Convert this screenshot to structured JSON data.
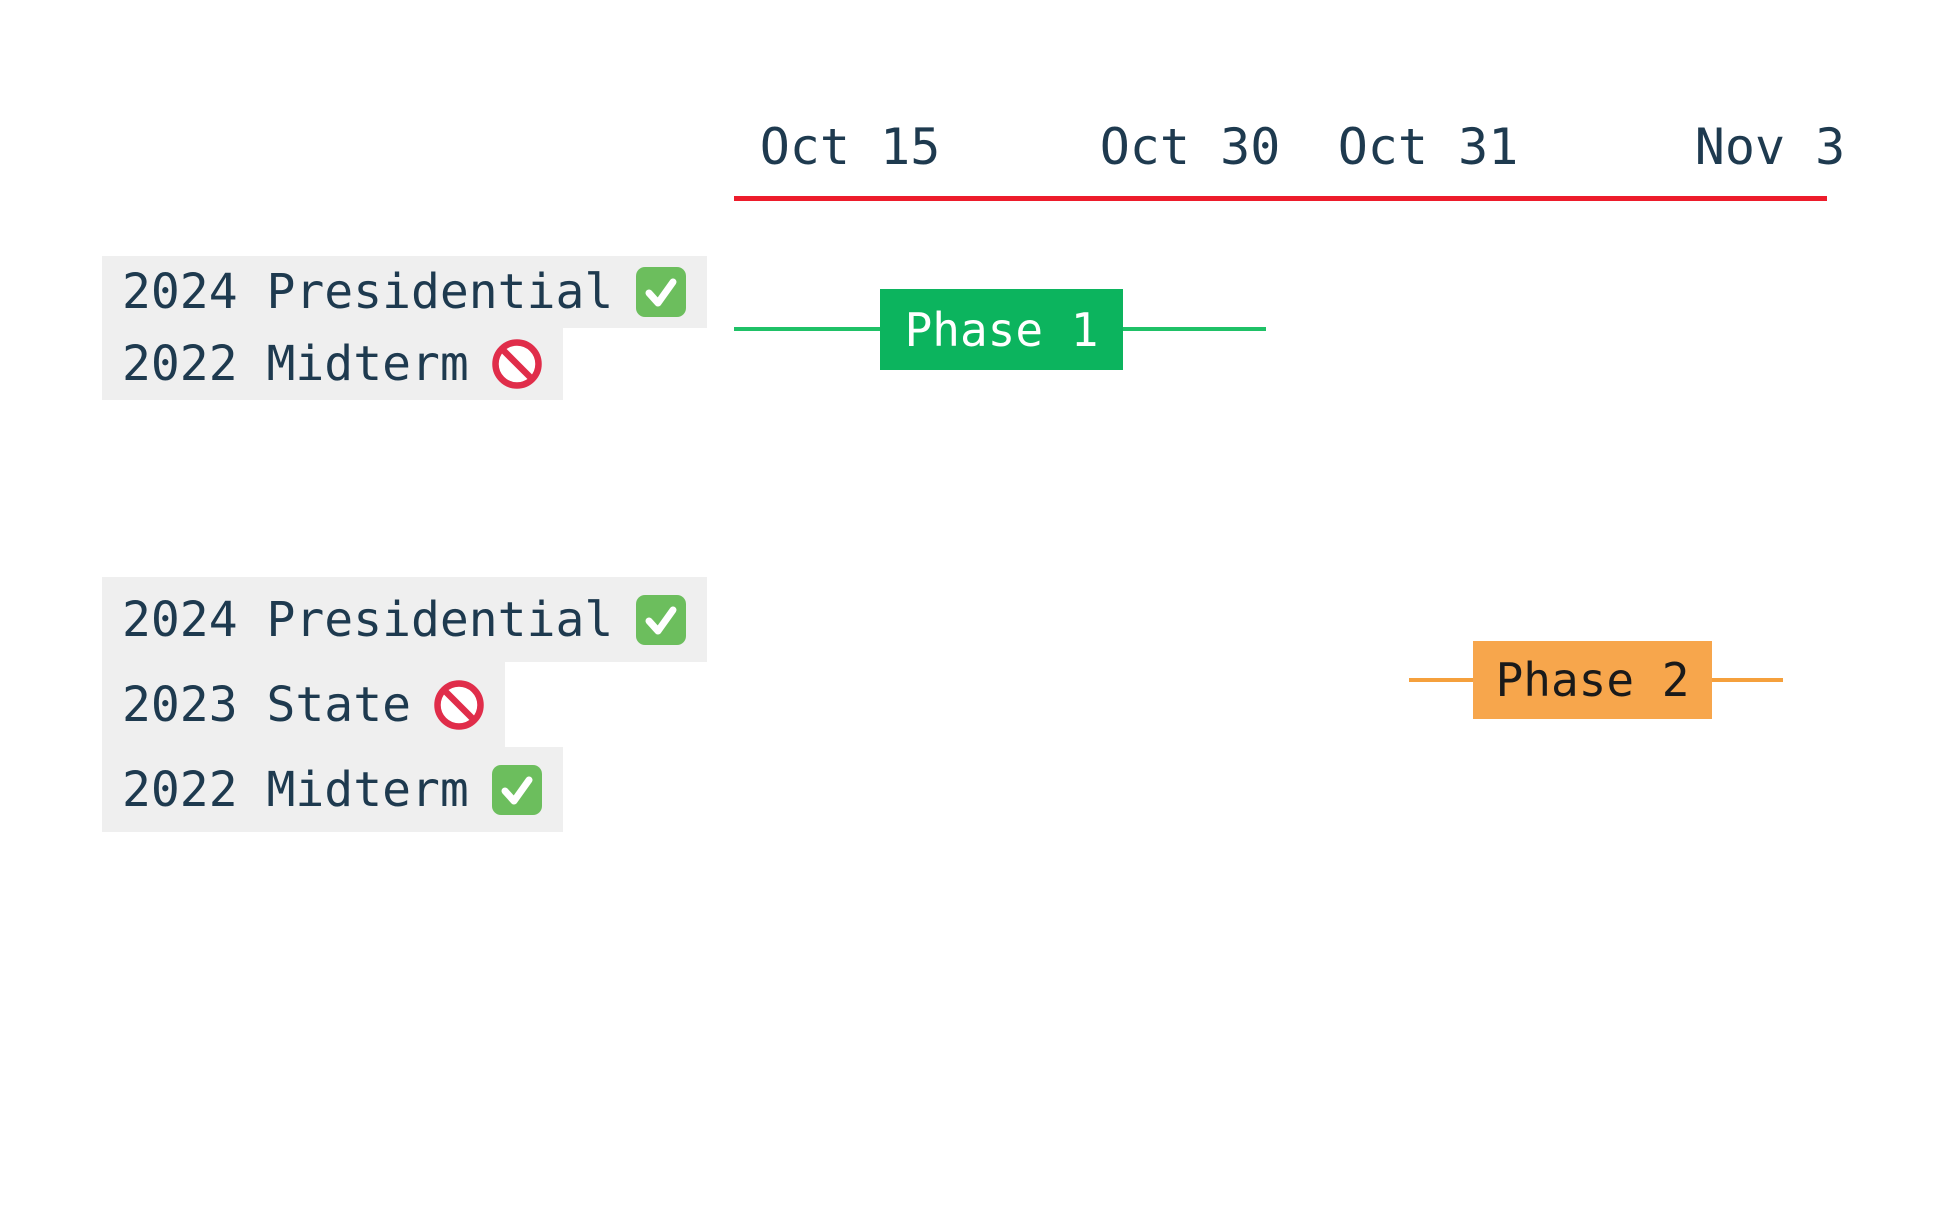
{
  "colors": {
    "text": "#1e3a4f",
    "axis_line": "#ed1c2b",
    "label_bg": "#efefef",
    "phase1_bar": "#0cb45e",
    "phase1_line": "#1fc167",
    "phase1_text": "#ffffff",
    "phase2_bar": "#f7a64c",
    "phase2_line": "#f5a03c",
    "phase2_text": "#1a1a1a",
    "check_green": "#6cbe5d",
    "prohibit_red": "#e02d4a"
  },
  "axis": {
    "ticks": [
      {
        "label": "Oct 15"
      },
      {
        "label": "Oct 30"
      },
      {
        "label": "Oct 31"
      },
      {
        "label": "Nov 3"
      }
    ]
  },
  "groups": [
    {
      "rows": [
        {
          "label": "2024 Presidential",
          "status": "allowed",
          "icon": "check-icon"
        },
        {
          "label": "2022 Midterm",
          "status": "blocked",
          "icon": "prohibited-icon"
        }
      ],
      "phase": {
        "label": "Phase 1",
        "start": "Oct 15",
        "end": "Oct 30",
        "color": "#0cb45e"
      }
    },
    {
      "rows": [
        {
          "label": "2024 Presidential",
          "status": "allowed",
          "icon": "check-icon"
        },
        {
          "label": "2023 State",
          "status": "blocked",
          "icon": "prohibited-icon"
        },
        {
          "label": "2022 Midterm",
          "status": "allowed",
          "icon": "check-icon"
        }
      ],
      "phase": {
        "label": "Phase 2",
        "start": "Oct 31",
        "end": "Nov 3",
        "color": "#f7a64c"
      }
    }
  ]
}
